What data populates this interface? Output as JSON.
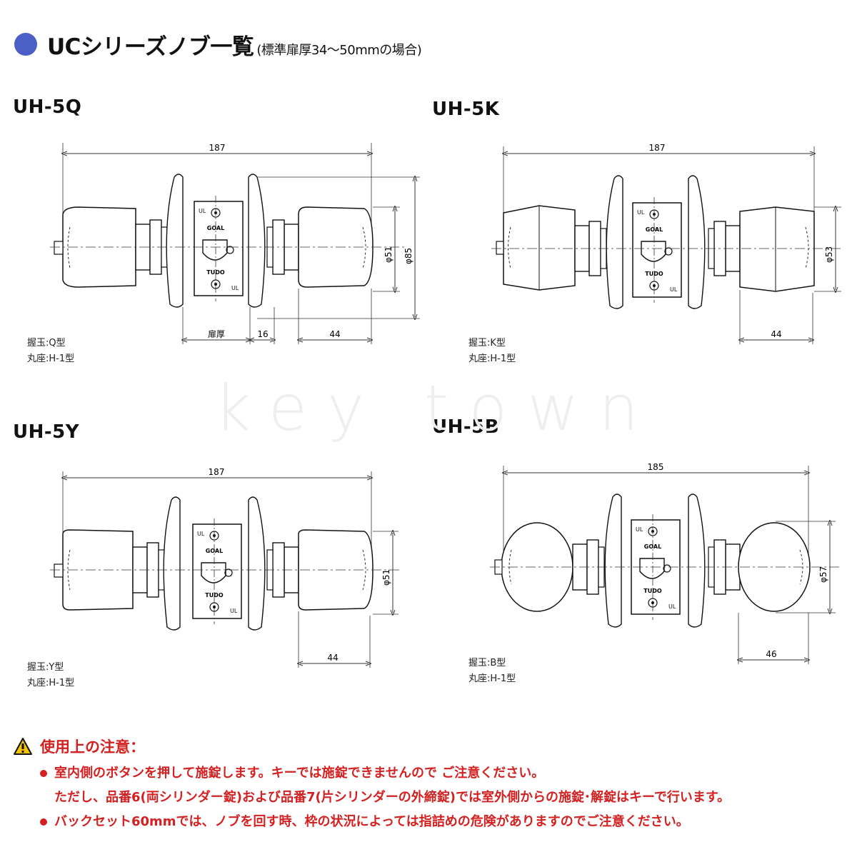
{
  "header": {
    "title": "UCシリーズノブ一覧",
    "subtitle": "(標準扉厚34～50mmの場合)"
  },
  "diagrams": [
    {
      "model": "UH-5Q",
      "width_dim": "187",
      "knob_dia": "φ51",
      "rose_dia": "φ85",
      "door_label": "扉厚",
      "dim_16": "16",
      "dim_44": "44",
      "grip": "握玉:Q型",
      "rose": "丸座:H-1型"
    },
    {
      "model": "UH-5K",
      "width_dim": "187",
      "knob_dia": "φ53",
      "dim_44": "44",
      "grip": "握玉:K型",
      "rose": "丸座:H-1型"
    },
    {
      "model": "UH-5Y",
      "width_dim": "187",
      "knob_dia": "φ51",
      "dim_44": "44",
      "grip": "握玉:Y型",
      "rose": "丸座:H-1型"
    },
    {
      "model": "UH-5B",
      "width_dim": "185",
      "knob_dia": "φ57",
      "dim_44": "46",
      "grip": "握玉:B型",
      "rose": "丸座:H-1型"
    }
  ],
  "plate_text": {
    "top": "GOAL",
    "bottom": "TUDO"
  },
  "watermark": "key town",
  "caution": {
    "title": "使用上の注意：",
    "line1": "室内側のボタンを押して施錠します。キーでは施錠できませんので ご注意ください。",
    "line2": "ただし、品番6(両シリンダー錠)および品番7(片シリンダーの外締錠)では室外側からの施錠･解錠はキーで行います。",
    "line3": "バックセット60mmでは、ノブを回す時、枠の状況によっては指詰めの危険がありますのでご注意ください。"
  },
  "colors": {
    "accent_dot": "#4b5fc6",
    "caution": "#d42020"
  }
}
